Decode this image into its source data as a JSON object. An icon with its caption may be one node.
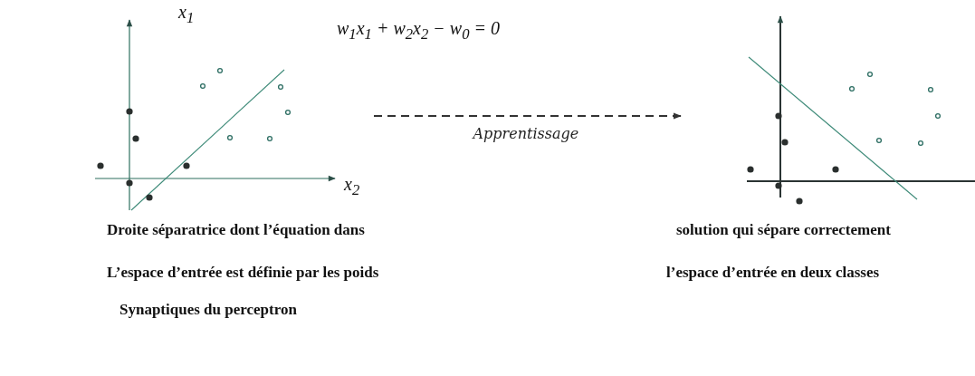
{
  "diagram": {
    "nodes": [
      {
        "text": [],
        "shape": "picture"
      },
      {
        "text": [],
        "shape": "picture"
      }
    ],
    "edges": [
      {
        "from": 0,
        "to": 1,
        "arrow": "to",
        "label": "Apprentissage",
        "style": "dashed"
      }
    ],
    "labels": [
      "x$_{1}$",
      "w$_{1}$x$_{1}$ + w$_{2}$x$_{2}$ − w$_{0}$ = 0",
      "x$_{2}$",
      "Droite séparatrice dont l’équation dans",
      "solution qui sépare correctement",
      "L’espace d’entrée est définie par les poids",
      "l’espace d’entrée en deux classes",
      "Synaptiques du perceptron"
    ]
  }
}
